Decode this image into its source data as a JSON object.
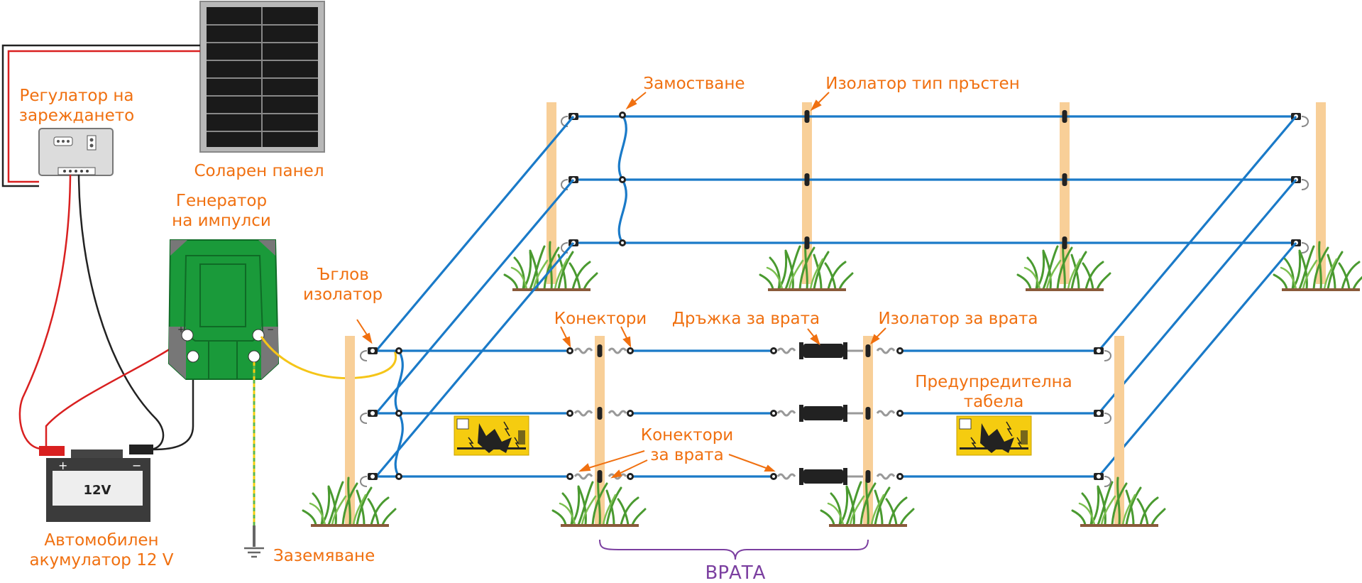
{
  "labels": {
    "solar_panel": "Соларен панел",
    "charge_regulator": [
      "Регулатор на",
      "зареждането"
    ],
    "pulse_generator": [
      "Генератор",
      "на импулси"
    ],
    "corner_insulator": [
      "Ъглов",
      "изолатор"
    ],
    "bridging": "Замостване",
    "ring_insulator": "Изолатор тип пръстен",
    "connectors": "Конектори",
    "gate_handle": "Дръжка за врата",
    "gate_insulator": "Изолатор за врата",
    "warning_sign": [
      "Предупредителна",
      "табела"
    ],
    "gate_connectors": [
      "Конектори",
      "за врата"
    ],
    "battery": [
      "Автомобилен",
      "акумулатор 12 V"
    ],
    "grounding": "Заземяване",
    "gate": "ВРАТА"
  },
  "battery_text": "12V",
  "colors": {
    "label": "#f07010",
    "gate_label": "#7b3fa0",
    "wire": "#1a7ac8",
    "post": "#f8cf98",
    "generator": "#1a9a3a",
    "sign": "#f5cc10",
    "grass": "#4a9a30"
  }
}
